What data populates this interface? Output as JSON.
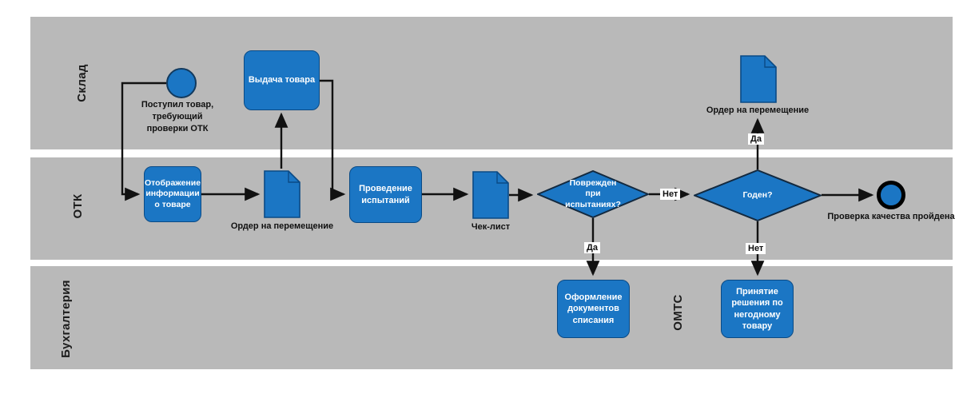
{
  "lanes": [
    {
      "label": "Склад"
    },
    {
      "label": "ОТК"
    },
    {
      "label": "Бухгалтерия"
    }
  ],
  "extra_lane_label": "ОМТС",
  "nodes": {
    "start": {
      "type": "start-event",
      "label": "Поступил товар,\nтребующий\nпроверки ОТК"
    },
    "vydacha": {
      "type": "task",
      "label": "Выдача товара"
    },
    "order_doc_top": {
      "type": "document",
      "label": "Ордер на перемещение"
    },
    "otobrazhenie": {
      "type": "task",
      "label": "Отображение\nинформации\nо товаре"
    },
    "order_doc": {
      "type": "document",
      "label": "Ордер на перемещение"
    },
    "provedenie": {
      "type": "task",
      "label": "Проведение\nиспытаний"
    },
    "checklist_doc": {
      "type": "document",
      "label": "Чек-лист"
    },
    "gw_povrezhden": {
      "type": "gateway",
      "label": "Поврежден\nпри\nиспытаниях?"
    },
    "gw_goden": {
      "type": "gateway",
      "label": "Годен?"
    },
    "end": {
      "type": "end-event",
      "label": "Проверка качества пройдена"
    },
    "oformlenie": {
      "type": "task",
      "label": "Оформление\nдокументов\nсписания"
    },
    "prinyatie": {
      "type": "task",
      "label": "Принятие\nрешения по\nнегодному\nтовару"
    }
  },
  "edge_labels": {
    "gw1_no": "Нет",
    "gw1_yes": "Да",
    "gw2_yes": "Да",
    "gw2_no": "Нет"
  },
  "colors": {
    "shape_fill": "#1b76c4",
    "shape_border": "#0a4a85",
    "gateway_border": "#13293f",
    "lane_fill": "#b9b9b9",
    "connector": "#111111"
  }
}
